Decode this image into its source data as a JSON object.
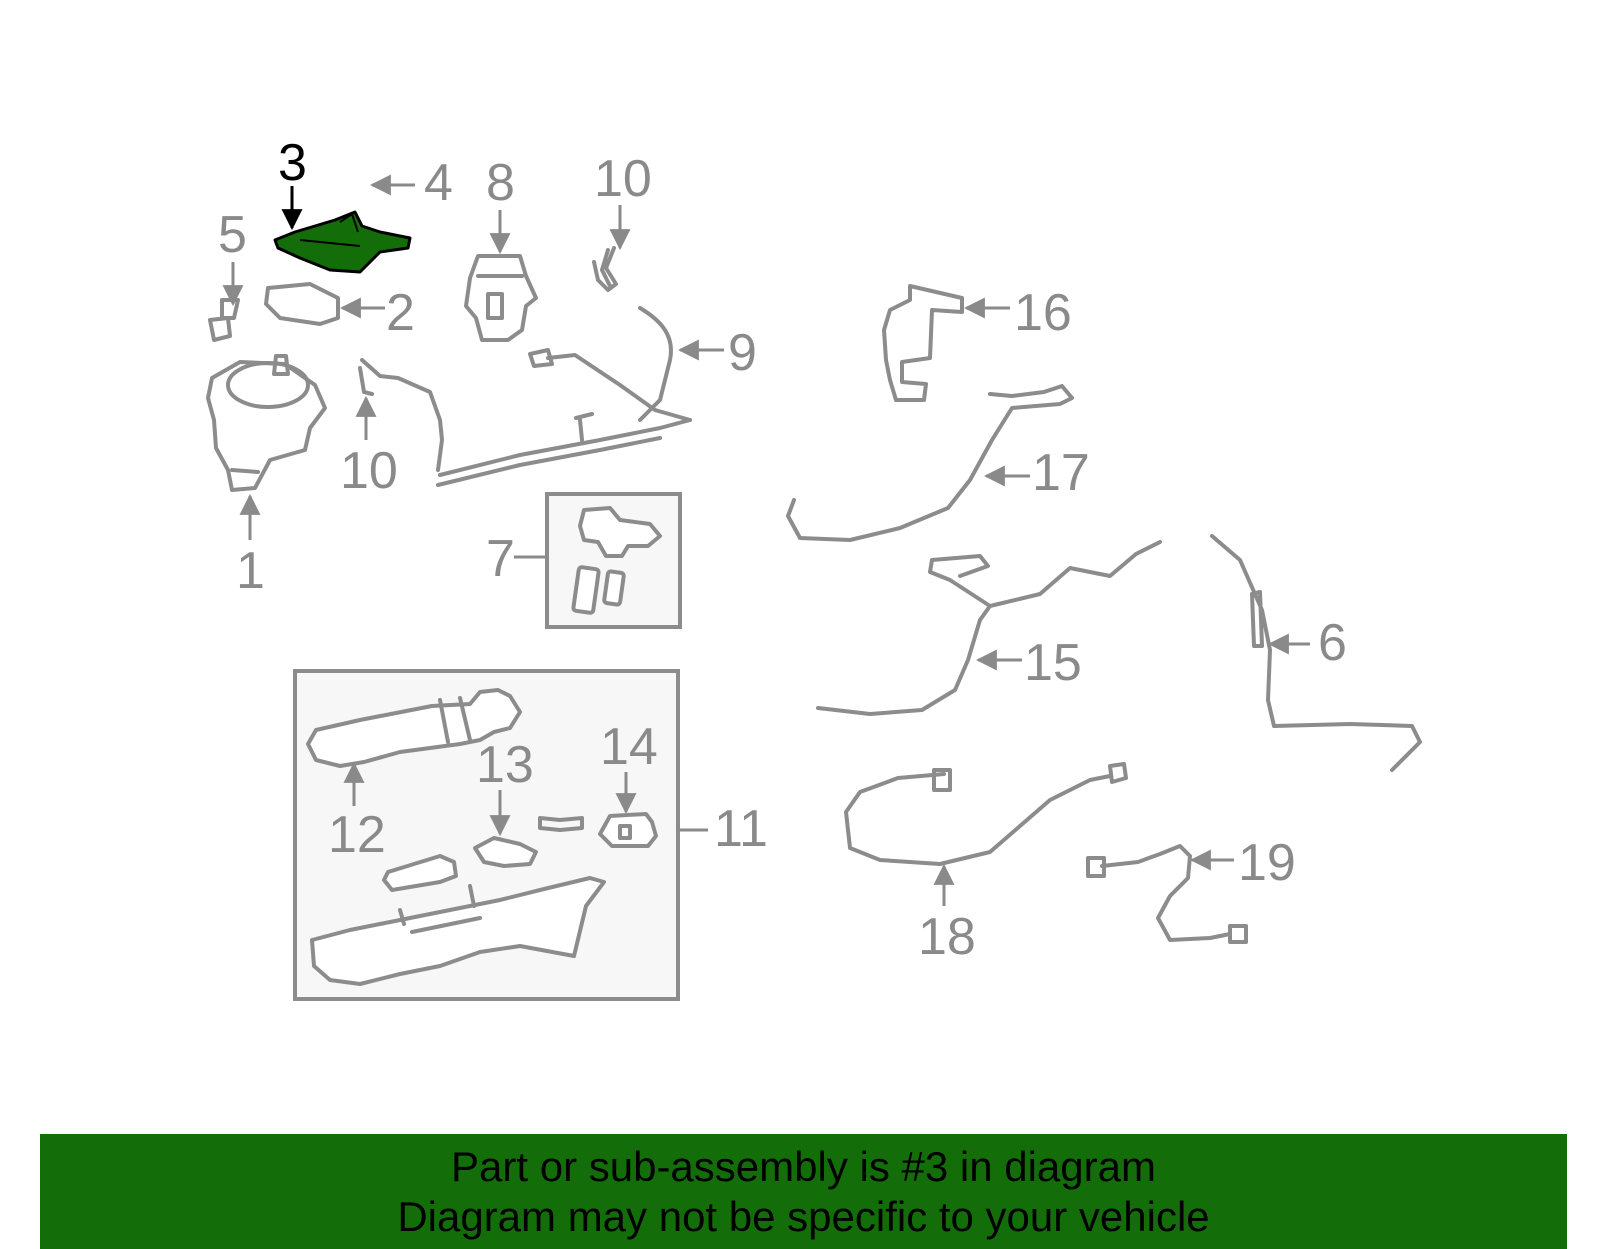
{
  "labels": {
    "l1": "1",
    "l2": "2",
    "l3": "3",
    "l4": "4",
    "l5": "5",
    "l6": "6",
    "l7": "7",
    "l8": "8",
    "l9": "9",
    "l10a": "10",
    "l10b": "10",
    "l11": "11",
    "l12": "12",
    "l13": "13",
    "l14": "14",
    "l15": "15",
    "l16": "16",
    "l17": "17",
    "l18": "18",
    "l19": "19"
  },
  "highlight": {
    "part_number": "3",
    "color": "#136e0a"
  },
  "colors": {
    "part_stroke": "#8c8c8c",
    "label": "#8a8a8a",
    "banner": "#136e0a"
  },
  "banner": {
    "line1": "Part or sub-assembly is #3 in diagram",
    "line2": "Diagram may not be specific to your vehicle"
  }
}
